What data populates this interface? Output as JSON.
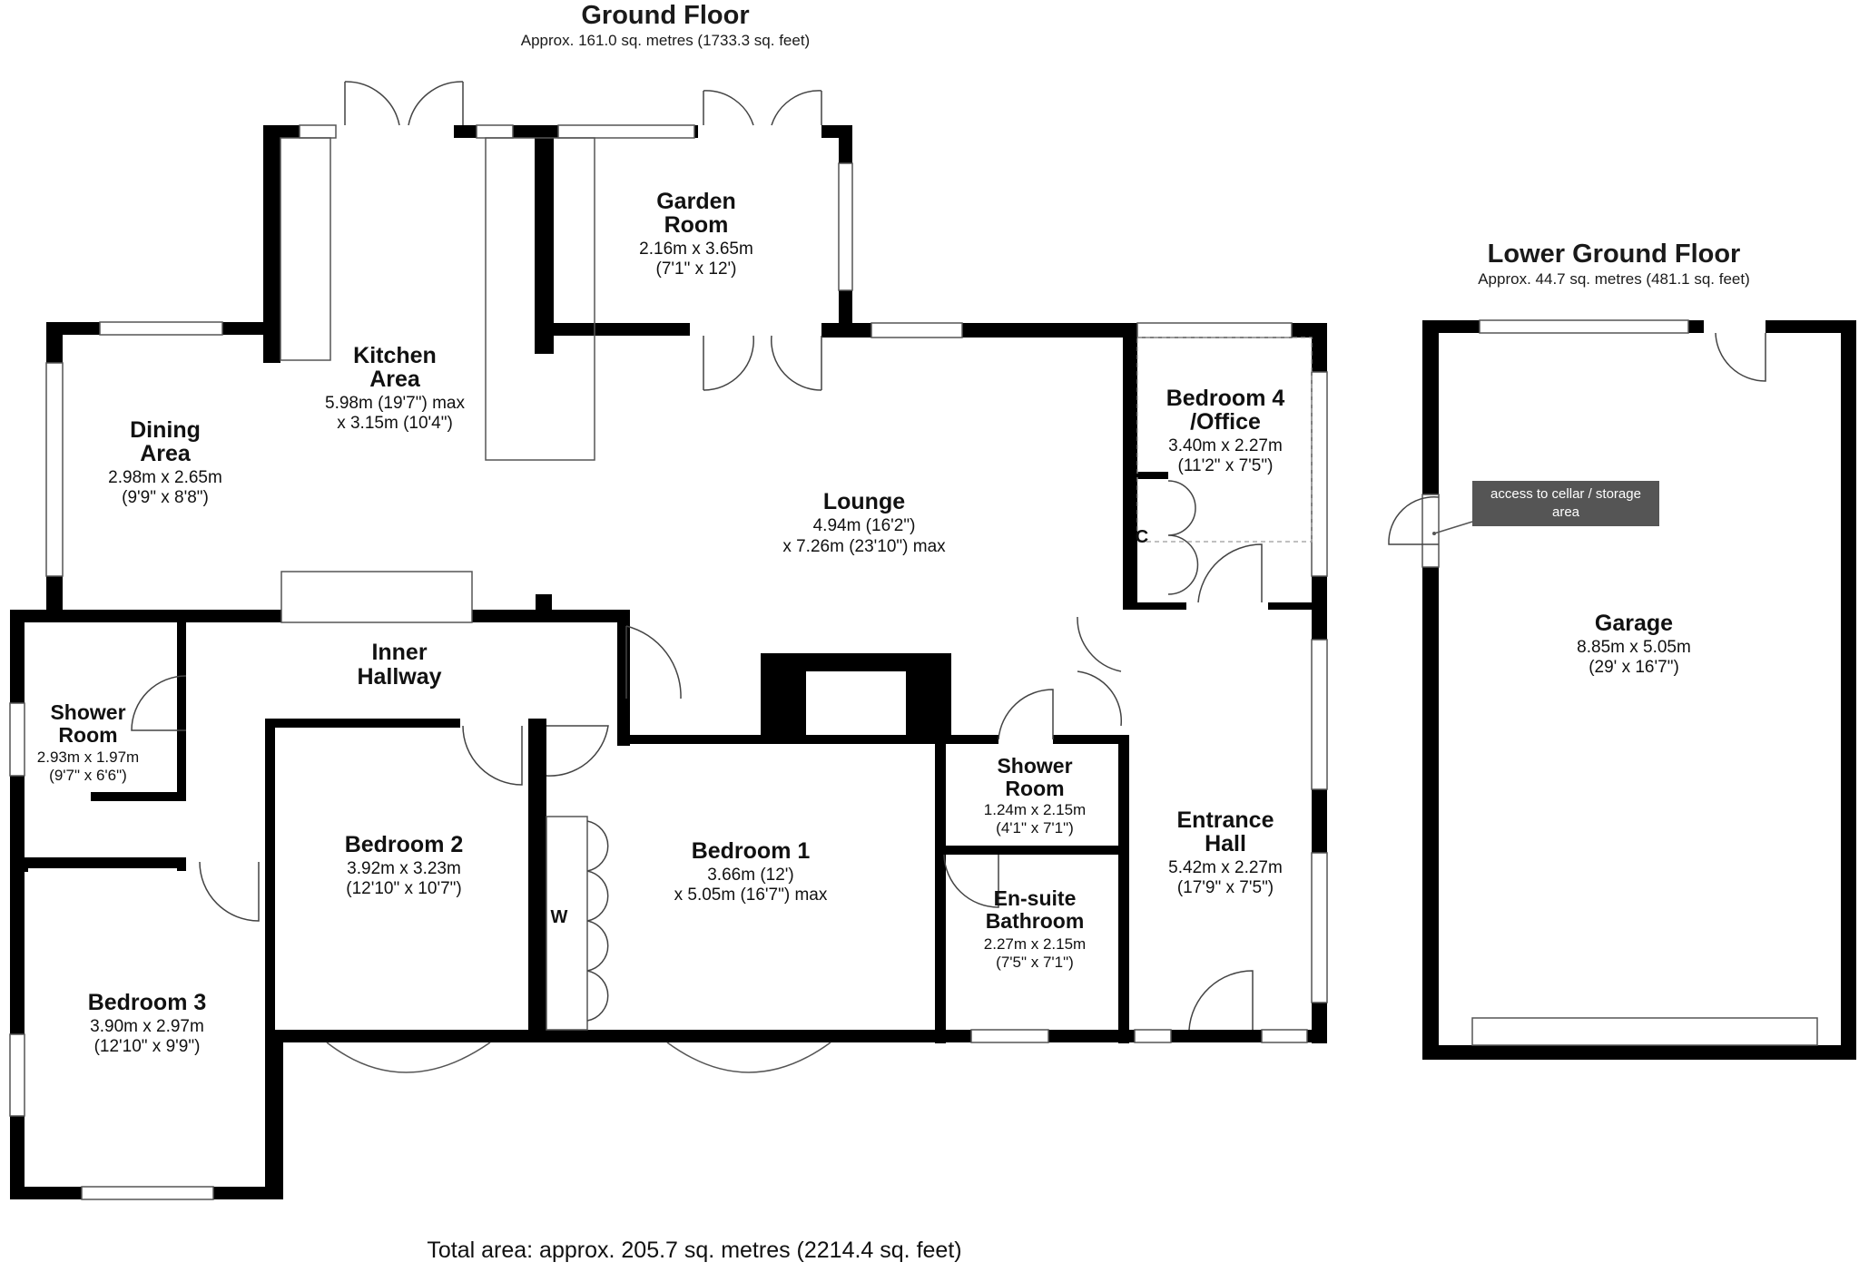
{
  "ground_floor": {
    "title": "Ground Floor",
    "area": "Approx. 161.0 sq. metres (1733.3 sq. feet)"
  },
  "lower_ground_floor": {
    "title": "Lower Ground Floor",
    "area": "Approx. 44.7 sq. metres (481.1 sq. feet)"
  },
  "total_area": "Total area: approx. 205.7 sq. metres (2214.4 sq. feet)",
  "note": {
    "line1": "access to cellar / storage",
    "line2": "area"
  },
  "rooms": {
    "garden_room": {
      "name1": "Garden",
      "name2": "Room",
      "dim1": "2.16m x 3.65m",
      "dim2": "(7'1\" x 12')"
    },
    "kitchen": {
      "name1": "Kitchen",
      "name2": "Area",
      "dim1": "5.98m (19'7\") max",
      "dim2": "x 3.15m (10'4\")"
    },
    "dining": {
      "name1": "Dining",
      "name2": "Area",
      "dim1": "2.98m x 2.65m",
      "dim2": "(9'9\" x 8'8\")"
    },
    "lounge": {
      "name1": "Lounge",
      "dim1": "4.94m (16'2\")",
      "dim2": "x 7.26m (23'10\") max"
    },
    "bedroom4": {
      "name1": "Bedroom 4",
      "name2": "/Office",
      "dim1": "3.40m x 2.27m",
      "dim2": "(11'2\" x 7'5\")"
    },
    "inner_hallway": {
      "name1": "Inner",
      "name2": "Hallway"
    },
    "shower_room_left": {
      "name1": "Shower",
      "name2": "Room",
      "dim1": "2.93m x 1.97m",
      "dim2": "(9'7\" x 6'6\")"
    },
    "bedroom2": {
      "name1": "Bedroom 2",
      "dim1": "3.92m x 3.23m",
      "dim2": "(12'10\" x 10'7\")"
    },
    "bedroom1": {
      "name1": "Bedroom 1",
      "dim1": "3.66m (12')",
      "dim2": "x 5.05m (16'7\") max"
    },
    "shower_room_right": {
      "name1": "Shower",
      "name2": "Room",
      "dim1": "1.24m x 2.15m",
      "dim2": "(4'1\" x 7'1\")"
    },
    "ensuite": {
      "name1": "En-suite",
      "name2": "Bathroom",
      "dim1": "2.27m x 2.15m",
      "dim2": "(7'5\" x 7'1\")"
    },
    "entrance_hall": {
      "name1": "Entrance",
      "name2": "Hall",
      "dim1": "5.42m x 2.27m",
      "dim2": "(17'9\" x 7'5\")"
    },
    "bedroom3": {
      "name1": "Bedroom 3",
      "dim1": "3.90m x 2.97m",
      "dim2": "(12'10\" x 9'9\")"
    },
    "garage": {
      "name1": "Garage",
      "dim1": "8.85m x 5.05m",
      "dim2": "(29' x 16'7\")"
    }
  },
  "labels": {
    "cupboard": "C",
    "wardrobe": "W"
  }
}
